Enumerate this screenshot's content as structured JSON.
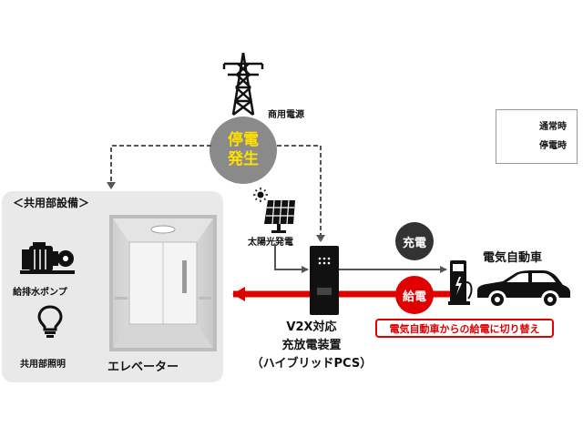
{
  "sources": {
    "commercial_power": "商用電源",
    "solar": "太陽光発電"
  },
  "outage": {
    "line1": "停電",
    "line2": "発生",
    "badge_text_color": "#ffe000",
    "badge_color": "#8a8a8a"
  },
  "facilities": {
    "title": "＜共用部設備＞",
    "pump_label": "給排水ポンプ",
    "lighting_label": "共用部照明",
    "elevator_label": "エレベーター"
  },
  "pcs": {
    "line1": "V2X対応",
    "line2": "充放電装置",
    "line3": "（ハイブリッドPCS）"
  },
  "flow": {
    "charge": "充電",
    "supply": "給電"
  },
  "vehicle": {
    "label": "電気自動車",
    "switch_note": "電気自動車からの給電に切り替え"
  },
  "legend": {
    "normal": "通常時",
    "outage": "停電時",
    "normal_color": "#555555",
    "outage_color": "#e00000"
  },
  "icons": [
    "transmission-tower-icon",
    "solar-panel-icon",
    "pump-icon",
    "light-bulb-icon",
    "elevator-image",
    "v2x-pcs-unit-icon",
    "ev-charger-icon",
    "electric-car-icon"
  ]
}
